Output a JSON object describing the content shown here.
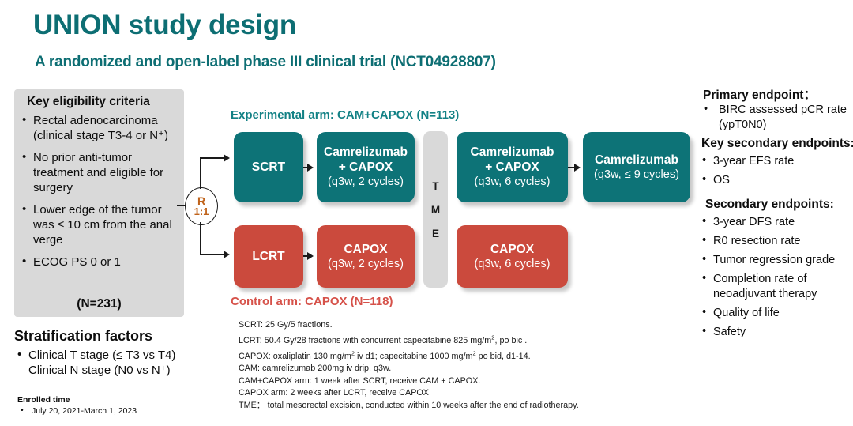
{
  "title": "UNION study design",
  "subtitle": "A randomized and open-label phase III clinical trial (NCT04928807)",
  "colors": {
    "teal": "#0d7377",
    "teal_text": "#128185",
    "red": "#cb4a3d",
    "red_text": "#d6524a",
    "panel_gray": "#d9d9d9",
    "rand_text": "#c0631b"
  },
  "eligibility": {
    "heading": "Key eligibility criteria",
    "items": [
      "Rectal adenocarcinoma (clinical stage T3-4 or N⁺)",
      "No prior anti-tumor treatment and eligible for surgery",
      "Lower edge of the tumor was ≤ 10 cm from the anal verge",
      "ECOG PS 0 or 1"
    ],
    "total": "(N=231)"
  },
  "stratification": {
    "heading": "Stratification factors",
    "items": [
      "Clinical T stage (≤ T3 vs T4)",
      "Clinical N stage (N0 vs N⁺)"
    ]
  },
  "enrolled": {
    "heading": "Enrolled time",
    "item": "July 20, 2021-March 1, 2023"
  },
  "randomization": {
    "label": "R",
    "ratio": "1:1"
  },
  "arms": {
    "experimental_label": "Experimental arm: CAM+CAPOX (N=113)",
    "control_label": "Control arm: CAPOX (N=118)"
  },
  "tme": {
    "letters": [
      "T",
      "M",
      "E"
    ]
  },
  "flow": {
    "exp": [
      {
        "l1": "SCRT",
        "l2": "",
        "l3": ""
      },
      {
        "l1": "Camrelizumab",
        "l2": "+ CAPOX",
        "l3": "(q3w, 2 cycles)"
      },
      {
        "l1": "Camrelizumab",
        "l2": "+ CAPOX",
        "l3": "(q3w, 6 cycles)"
      },
      {
        "l1": "Camrelizumab",
        "l2": "",
        "l3": "(q3w, ≤ 9 cycles)"
      }
    ],
    "ctl": [
      {
        "l1": "LCRT",
        "l2": "",
        "l3": ""
      },
      {
        "l1": "CAPOX",
        "l2": "",
        "l3": "(q3w, 2 cycles)"
      },
      {
        "l1": "CAPOX",
        "l2": "",
        "l3": "(q3w, 6 cycles)"
      }
    ]
  },
  "notes": [
    "SCRT: 25 Gy/5 fractions.",
    "LCRT: 50.4 Gy/28 fractions with concurrent capecitabine 825 mg/m2, po bic .",
    "CAPOX: oxaliplatin 130 mg/m2 iv d1; capecitabine 1000 mg/m2 po bid, d1-14.",
    "CAM: camrelizumab 200mg iv drip, q3w.",
    "CAM+CAPOX arm: 1 week after SCRT, receive CAM + CAPOX.",
    "CAPOX arm: 2 weeks after LCRT, receive CAPOX.",
    "TME： total mesorectal excision, conducted within 10 weeks after the end of radiotherapy."
  ],
  "endpoints": {
    "primary_title": "Primary endpoint：",
    "primary_items": [
      "BIRC assessed pCR rate (ypT0N0)"
    ],
    "key_secondary_title": "Key secondary endpoints:",
    "key_secondary_items": [
      "3-year EFS rate",
      "OS"
    ],
    "secondary_title": "Secondary endpoints:",
    "secondary_items": [
      "3-year DFS rate",
      "R0 resection rate",
      "Tumor regression grade",
      "Completion rate of neoadjuvant therapy",
      "Quality of life",
      "Safety"
    ]
  }
}
